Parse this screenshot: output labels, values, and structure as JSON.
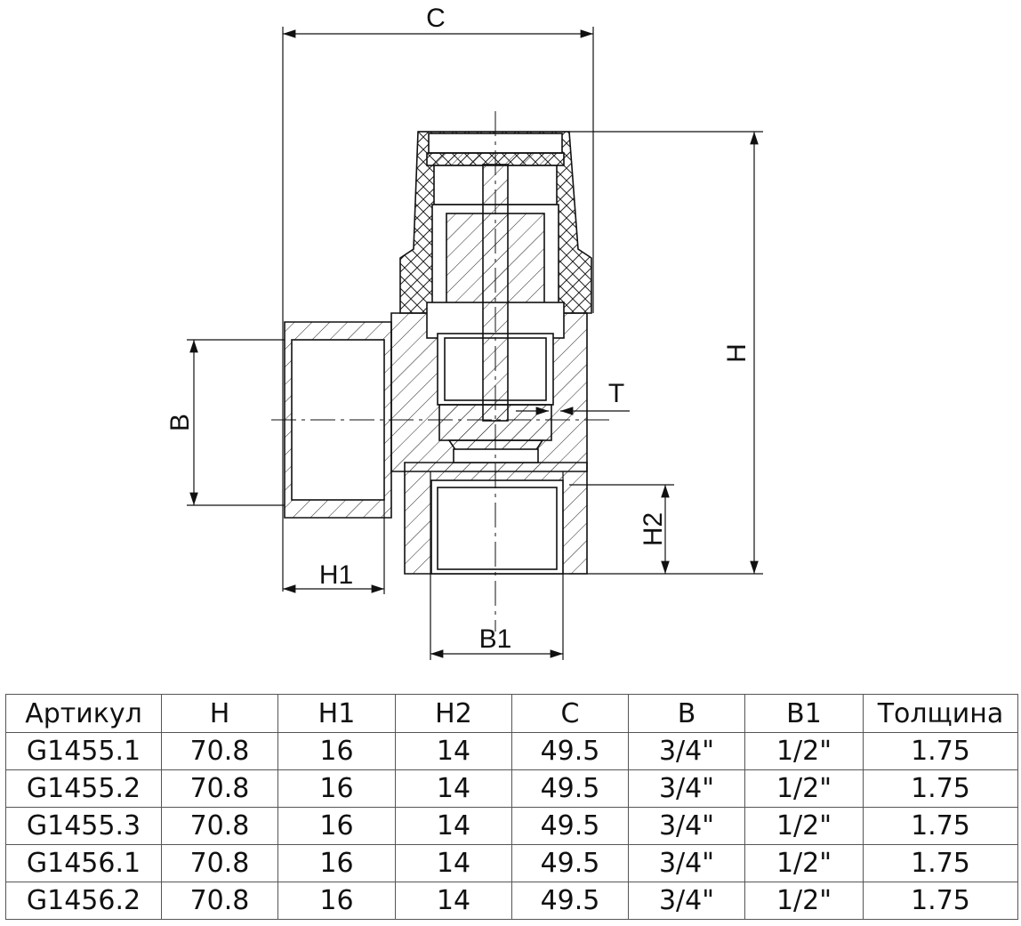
{
  "drawing": {
    "dimensions": {
      "c": "C",
      "h": "H",
      "b": "B",
      "h1": "H1",
      "h2": "H2",
      "b1": "B1",
      "t": "T"
    }
  },
  "table": {
    "headers": [
      "Артикул",
      "H",
      "H1",
      "H2",
      "C",
      "B",
      "B1",
      "Толщина"
    ],
    "rows": [
      [
        "G1455.1",
        "70.8",
        "16",
        "14",
        "49.5",
        "3/4\"",
        "1/2\"",
        "1.75"
      ],
      [
        "G1455.2",
        "70.8",
        "16",
        "14",
        "49.5",
        "3/4\"",
        "1/2\"",
        "1.75"
      ],
      [
        "G1455.3",
        "70.8",
        "16",
        "14",
        "49.5",
        "3/4\"",
        "1/2\"",
        "1.75"
      ],
      [
        "G1456.1",
        "70.8",
        "16",
        "14",
        "49.5",
        "3/4\"",
        "1/2\"",
        "1.75"
      ],
      [
        "G1456.2",
        "70.8",
        "16",
        "14",
        "49.5",
        "3/4\"",
        "1/2\"",
        "1.75"
      ]
    ]
  }
}
